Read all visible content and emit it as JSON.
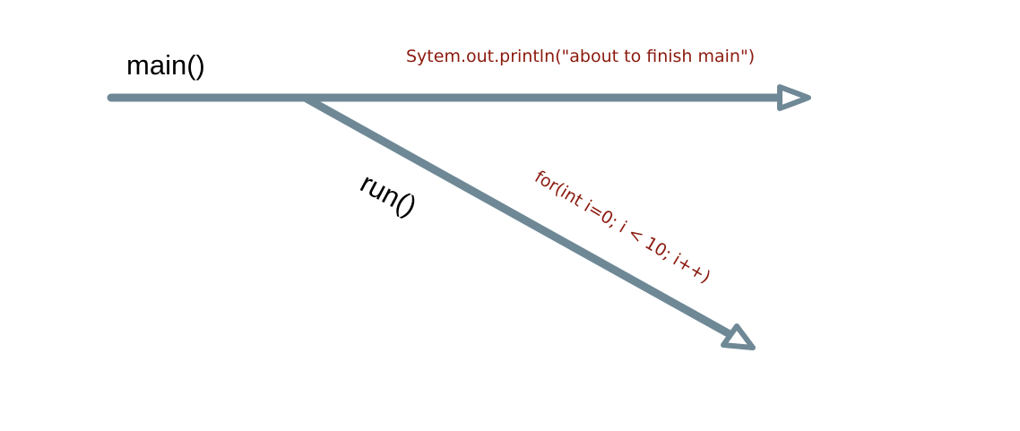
{
  "colors": {
    "arrow": "#6e8896",
    "code_text": "#8b1a0e",
    "label_text": "#000000"
  },
  "threads": {
    "main": {
      "label": "main()",
      "code": "Sytem.out.println(\"about to finish main\")"
    },
    "run": {
      "label": "run()",
      "code": "for(int i=0; i < 10; i++)"
    }
  }
}
